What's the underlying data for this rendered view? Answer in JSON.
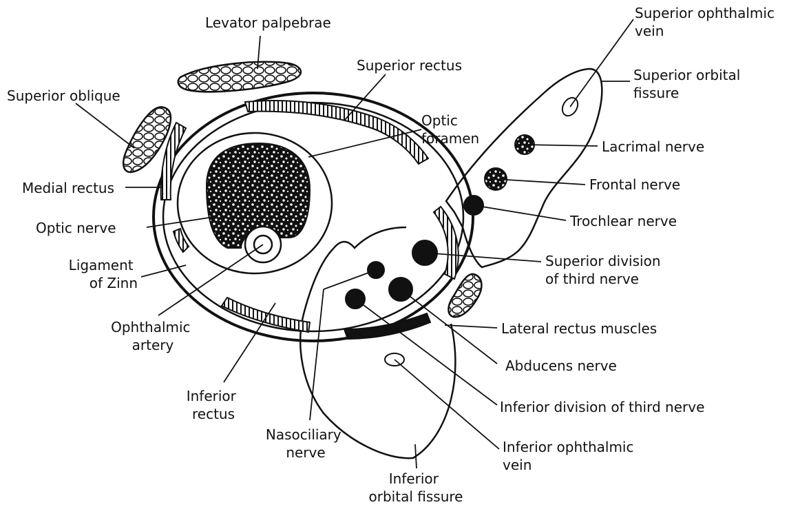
{
  "diagram": {
    "labels": {
      "levator_palpebrae": "Levator palpebrae",
      "superior_rectus": "Superior rectus",
      "superior_oblique": "Superior oblique",
      "superior_ophthalmic_vein": [
        "Superior ophthalmic",
        "vein"
      ],
      "superior_orbital_fissure": [
        "Superior orbital",
        "fissure"
      ],
      "optic_foramen": [
        "Optic",
        "foramen"
      ],
      "lacrimal_nerve": "Lacrimal nerve",
      "frontal_nerve": "Frontal nerve",
      "medial_rectus": "Medial rectus",
      "trochlear_nerve": "Trochlear nerve",
      "optic_nerve": "Optic nerve",
      "superior_division": [
        "Superior division",
        "of third nerve"
      ],
      "ligament_of_zinn": [
        "Ligament",
        "of Zinn"
      ],
      "lateral_rectus": "Lateral rectus muscles",
      "ophthalmic_artery": [
        "Ophthalmic",
        "artery"
      ],
      "abducens_nerve": "Abducens nerve",
      "inferior_division": "Inferior division of third nerve",
      "inferior_rectus": [
        "Inferior",
        "rectus"
      ],
      "nasociliary_nerve": [
        "Nasociliary",
        "nerve"
      ],
      "inferior_ophthalmic_vein": [
        "Inferior ophthalmic",
        "vein"
      ],
      "inferior_orbital_fissure": [
        "Inferior",
        "orbital fissure"
      ]
    },
    "colors": {
      "ink": "#111111",
      "paper": "#ffffff"
    }
  }
}
